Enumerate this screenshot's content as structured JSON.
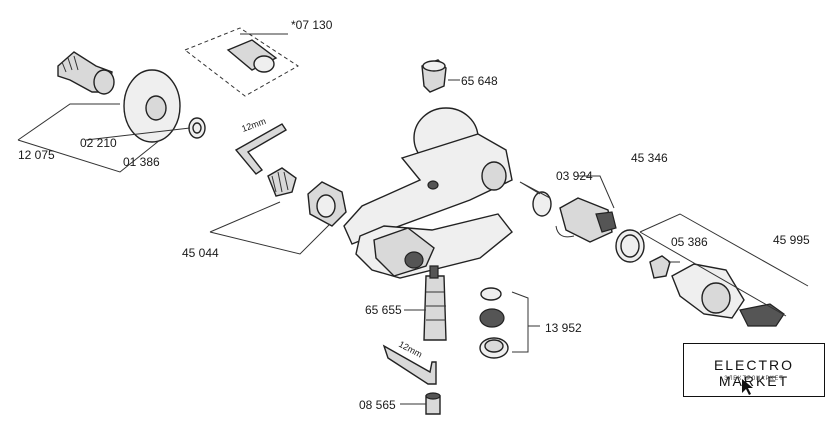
{
  "labels": {
    "p07130": "*07 130",
    "p65648": "65 648",
    "p02210": "02 210",
    "p12075": "12 075",
    "p01386": "01 386",
    "p12mm_a": "12mm",
    "p45044": "45 044",
    "p03924": "03 924",
    "p45346": "45 346",
    "p05386": "05 386",
    "p45995": "45 995",
    "p65655": "65 655",
    "p13952": "13 952",
    "p12mm_b": "12mm",
    "p08565": "08 565"
  },
  "logo": {
    "title": "ELECTRO MARKET",
    "subtitle": "ЭЛЕКТРОМАРКЕТ"
  }
}
